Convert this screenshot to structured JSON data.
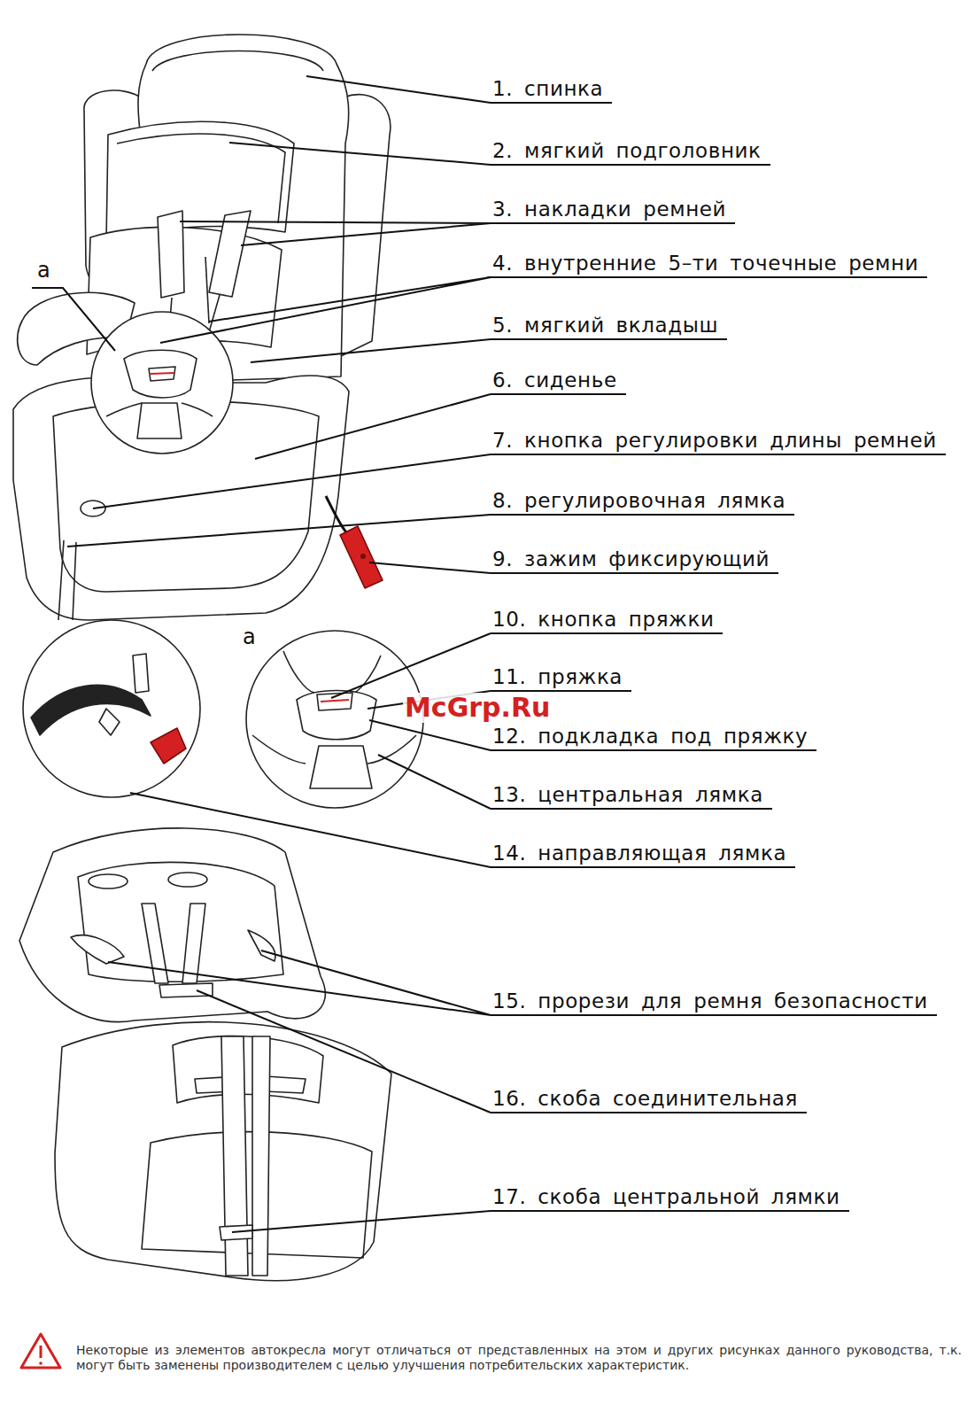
{
  "diagram": {
    "labels": [
      "1. спинка",
      "2. мягкий подголовник",
      "3. накладки ремней",
      "а",
      "4. внутренние 5–ти точечные ремни",
      "5. мягкий вкладыш",
      "6. сиденье",
      "7. кнопка регулировки длины ремней",
      "8. регулировочная лямка",
      "9. зажим фиксирующий",
      "10. кнопка пряжки",
      "а",
      "11. пряжка",
      "McGrp.Ru",
      "12. подкладка под пряжку",
      "13. центральная лямка",
      "14. направляющая лямка",
      "15. прорези для ремня безопасности",
      "16. скоба соединительная",
      "17. скоба центральной лямки",
      "Некоторые из элементов автокресла могут отличаться от представленных на этом и других рисунках данного руководства, т.к. могут быть заменены производителем с целью улучшения потребительских характеристик."
    ]
  }
}
